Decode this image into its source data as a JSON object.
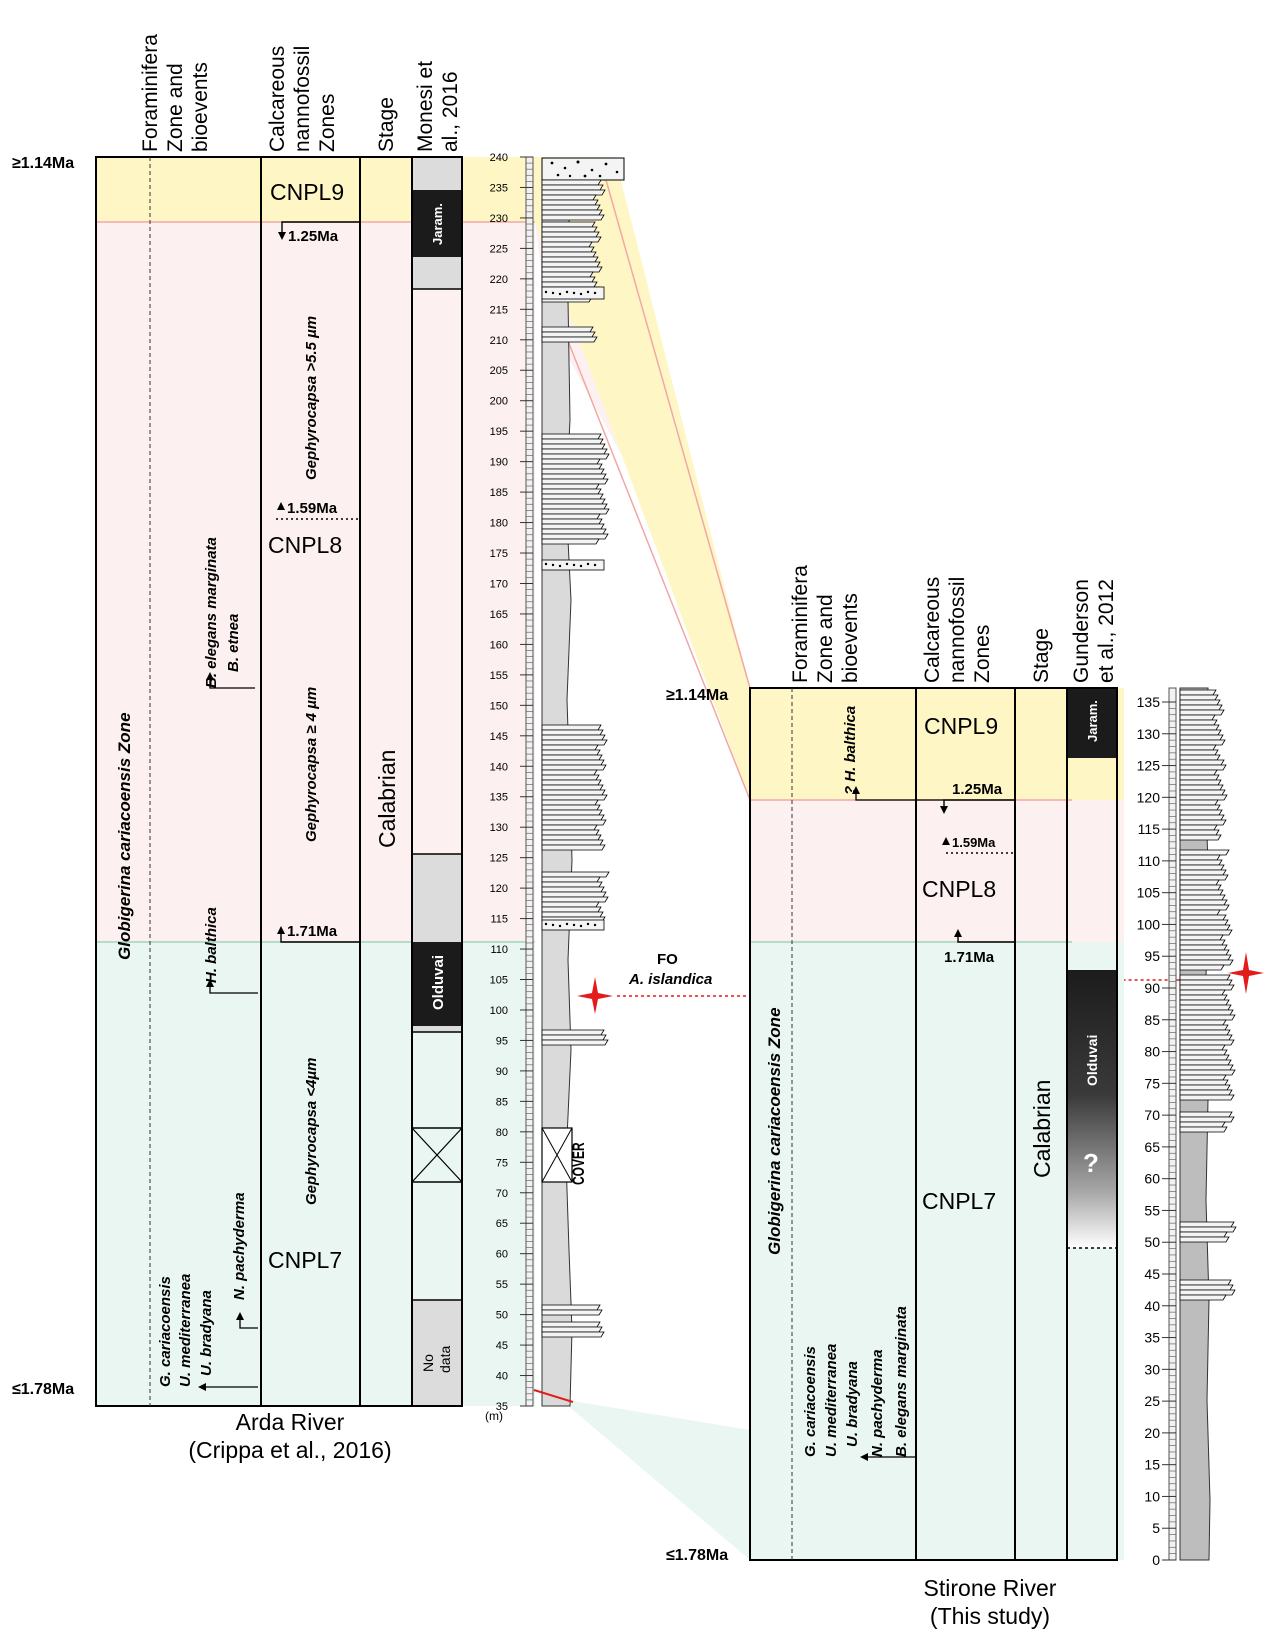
{
  "colors": {
    "cnpl9_band": "#fff6c6",
    "cnpl8_band": "#fdf0f0",
    "cnpl7_band": "#e9f6f1",
    "boundary_line": "#f2a7a7",
    "fo_marker": "#e41b1b",
    "magneto_normal": "#1b1b1b",
    "magneto_nodata": "#dcdcdc"
  },
  "arda": {
    "headers": {
      "forams": "Foraminifera\nZone and\nbioevents",
      "nanno": "Calcareous\nnannofossil\nZones",
      "stage": "Stage",
      "magneto": "Monesi et\nal., 2016"
    },
    "ages": {
      "top": "≥1.14Ma",
      "bottom": "≤1.78Ma"
    },
    "zone_name": "Globigerina cariacoensis Zone",
    "foram_events": [
      "B. elegans marginata",
      "B. etnea",
      "H. balthica",
      "G. cariacoensis",
      "U. mediterranea",
      "U. bradyana",
      "N. pachyderma"
    ],
    "nanno_zones": {
      "cnpl9": "CNPL9",
      "cnpl8": "CNPL8",
      "cnpl7": "CNPL7"
    },
    "nanno_events": {
      "e125": "1.25Ma",
      "e159": "1.59Ma",
      "e171": "1.71Ma"
    },
    "nanno_subzones": [
      "Gephyrocapsa >5.5 µm",
      "Gephyrocapsa ≥ 4 µm",
      "Gephyrocapsa <4µm"
    ],
    "stage": "Calabrian",
    "magneto": {
      "jaramillo": "Jaram.",
      "olduvai": "Olduvai",
      "nodata": "No\ndata"
    },
    "scale_labels": [
      "240",
      "235",
      "230",
      "225",
      "220",
      "215",
      "210",
      "205",
      "200",
      "195",
      "190",
      "185",
      "180",
      "175",
      "170",
      "165",
      "160",
      "155",
      "150",
      "145",
      "140",
      "135",
      "130",
      "125",
      "120",
      "115",
      "110",
      "105",
      "100",
      "95",
      "90",
      "85",
      "80",
      "75",
      "70",
      "65",
      "60",
      "55",
      "50",
      "45",
      "40",
      "35"
    ],
    "scale_unit": "(m)",
    "cover_label": "COVER",
    "caption": "Arda River\n(Crippa et al., 2016)"
  },
  "fo_event": {
    "line1": "FO",
    "line2": "A. islandica"
  },
  "stirone": {
    "headers": {
      "forams": "Foraminifera\nZone and\nbioevents",
      "nanno": "Calcareous\nnannofossil\nZones",
      "stage": "Stage",
      "magneto": "Gunderson\net al., 2012"
    },
    "ages": {
      "top": "≥1.14Ma",
      "bottom": "≤1.78Ma"
    },
    "zone_name": "Globigerina cariacoensis Zone",
    "foram_events": [
      "? H. balthica",
      "G. cariacoensis",
      "U. mediterranea",
      "U. bradyana",
      "N. pachyderma",
      "B. elegans marginata"
    ],
    "nanno_zones": {
      "cnpl9": "CNPL9",
      "cnpl8": "CNPL8",
      "cnpl7": "CNPL7"
    },
    "nanno_events": {
      "e125": "1.25Ma",
      "e159": "1.59Ma",
      "e171": "1.71Ma"
    },
    "stage": "Calabrian",
    "magneto": {
      "jaramillo": "Jaram.",
      "olduvai": "Olduvai",
      "uncertain": "?"
    },
    "scale_labels": [
      "135",
      "130",
      "125",
      "120",
      "115",
      "110",
      "105",
      "100",
      "95",
      "90",
      "85",
      "80",
      "75",
      "70",
      "65",
      "60",
      "55",
      "50",
      "45",
      "40",
      "35",
      "30",
      "25",
      "20",
      "15",
      "10",
      "5",
      "0"
    ],
    "caption": "Stirone River\n(This study)"
  }
}
